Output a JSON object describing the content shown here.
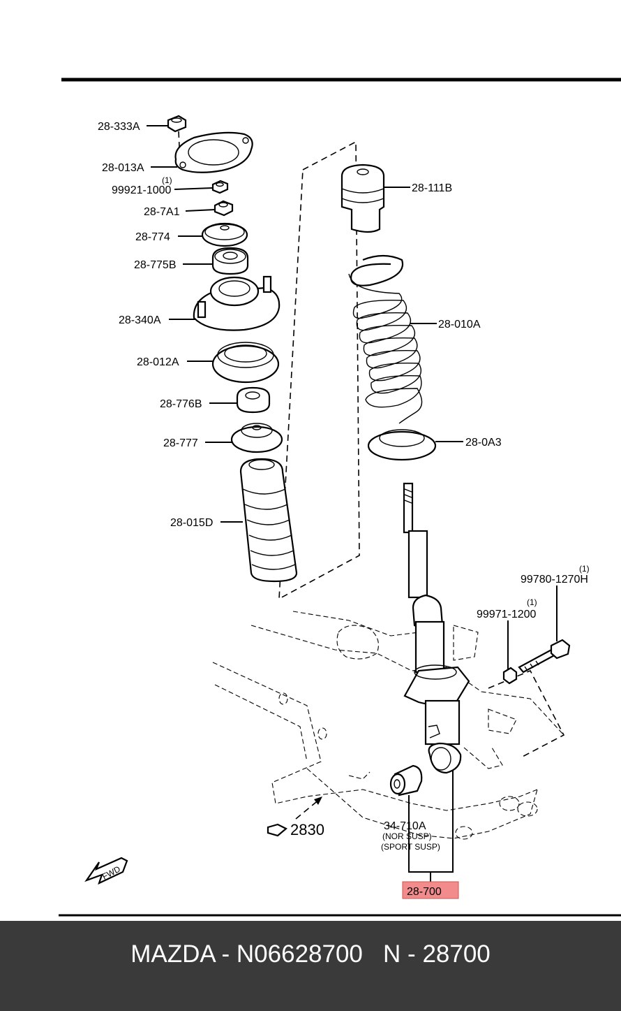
{
  "diagram": {
    "labels": {
      "l_28_333A": "28-333A",
      "l_28_013A": "28-013A",
      "l_99921_qty": "(1)",
      "l_99921_1000": "99921-1000",
      "l_28_7A1": "28-7A1",
      "l_28_774": "28-774",
      "l_28_775B": "28-775B",
      "l_28_340A": "28-340A",
      "l_28_012A": "28-012A",
      "l_28_776B": "28-776B",
      "l_28_777": "28-777",
      "l_28_015D": "28-015D",
      "l_28_111B": "28-111B",
      "l_28_010A": "28-010A",
      "l_28_0A3": "28-0A3",
      "l_99780_qty": "(1)",
      "l_99780_1270H": "99780-1270H",
      "l_99971_qty": "(1)",
      "l_99971_1200": "99971-1200",
      "l_34_710A": "34-710A",
      "l_nor_susp": "(NOR SUSP)",
      "l_sport_susp": "(SPORT SUSP)",
      "l_28_700": "28-700",
      "l_2830": "2830",
      "l_fwd": "FWD"
    },
    "highlight_color": "#f28b8b"
  },
  "footer": {
    "text": "MAZDA - N06628700   N - 28700",
    "background": "#3a3a3a"
  }
}
